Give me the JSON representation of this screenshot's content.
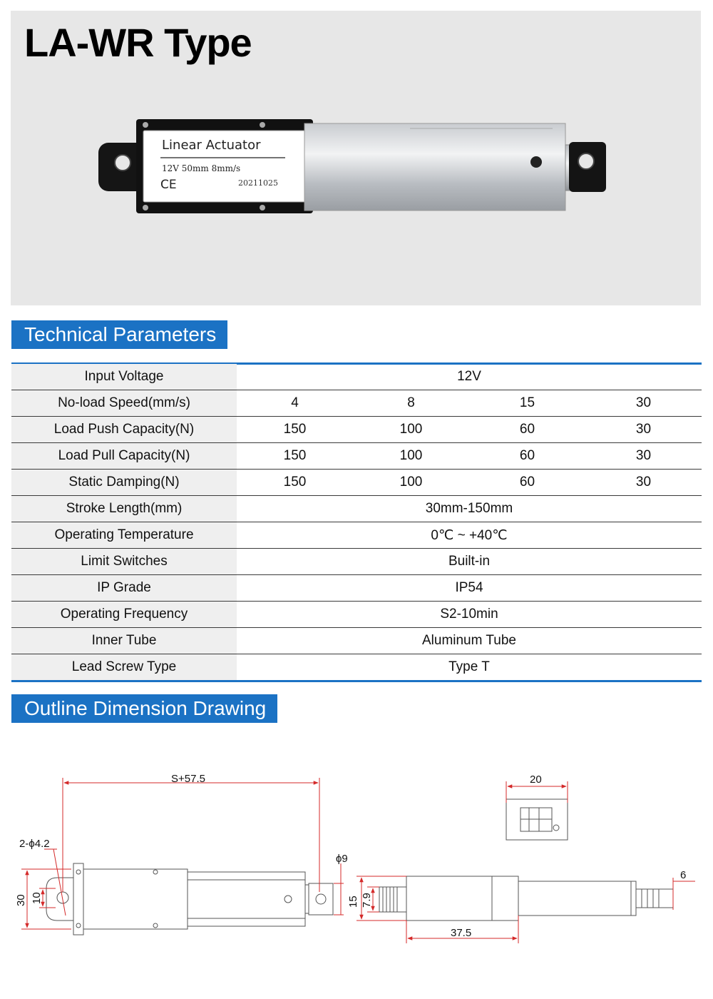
{
  "hero": {
    "title": "LA-WR Type",
    "label_title": "Linear Actuator",
    "label_spec": "12V 50mm 8mm/s",
    "label_mark": "CE",
    "label_code": "20211025"
  },
  "sections": {
    "technical": "Technical Parameters",
    "outline": "Outline Dimension Drawing"
  },
  "table": {
    "rows": [
      {
        "label": "Input Voltage",
        "value": "12V"
      },
      {
        "label": "No-load Speed(mm/s)",
        "values": [
          "4",
          "8",
          "15",
          "30"
        ]
      },
      {
        "label": "Load Push Capacity(N)",
        "values": [
          "150",
          "100",
          "60",
          "30"
        ]
      },
      {
        "label": "Load Pull Capacity(N)",
        "values": [
          "150",
          "100",
          "60",
          "30"
        ]
      },
      {
        "label": "Static Damping(N)",
        "values": [
          "150",
          "100",
          "60",
          "30"
        ]
      },
      {
        "label": "Stroke Length(mm)",
        "value": "30mm-150mm"
      },
      {
        "label": "Operating Temperature",
        "value": "0℃ ~ +40℃"
      },
      {
        "label": "Limit Switches",
        "value": "Built-in"
      },
      {
        "label": "IP Grade",
        "value": "IP54"
      },
      {
        "label": "Operating Frequency",
        "value": "S2-10min"
      },
      {
        "label": "Inner Tube",
        "value": "Aluminum Tube"
      },
      {
        "label": "Lead Screw Type",
        "value": "Type T"
      }
    ]
  },
  "drawing": {
    "overall_length": "S+57.5",
    "hole_spec": "2-ϕ4.2",
    "rod_diameter": "ϕ9",
    "height_30": "30",
    "height_10": "10",
    "height_15": "15",
    "height_7_9": "7.9",
    "width_20": "20",
    "tip_6": "6",
    "length_37_5": "37.5"
  },
  "colors": {
    "accent": "#1b72c4",
    "dimension": "#d42a2a",
    "hero_bg": "#e7e7e7"
  }
}
